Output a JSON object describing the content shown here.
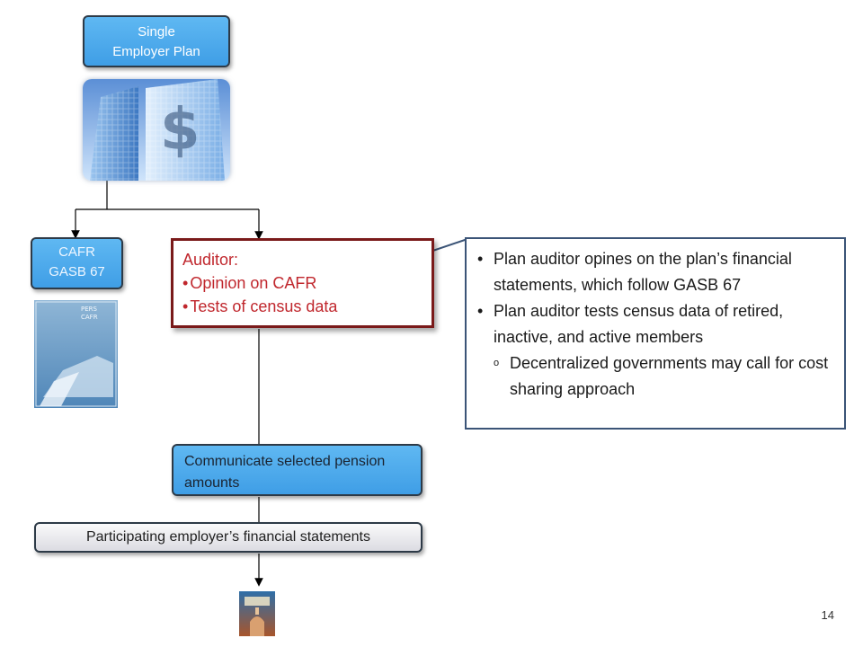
{
  "single_plan": {
    "line1": "Single",
    "line2": "Employer Plan"
  },
  "cafr_box": {
    "line1": "CAFR",
    "line2": "GASB 67"
  },
  "pers_cover": {
    "line1": "PERS",
    "line2": "CAFR"
  },
  "auditor": {
    "title": "Auditor:",
    "items": [
      "Opinion on CAFR",
      "Tests of census data"
    ]
  },
  "notes": {
    "items": [
      "Plan auditor opines on the plan’s financial statements, which follow GASB 67",
      "Plan auditor tests census data of retired, inactive, and active members"
    ],
    "sub_item": "Decentralized governments may call for cost sharing approach"
  },
  "communicate": "Communicate selected pension amounts",
  "participating": "Participating employer’s financial statements",
  "page_number": "14",
  "colors": {
    "blue_box": "#4aa8ec",
    "auditor_border": "#7a1a1a",
    "auditor_text": "#c0272d",
    "notes_border": "#3b5477"
  }
}
